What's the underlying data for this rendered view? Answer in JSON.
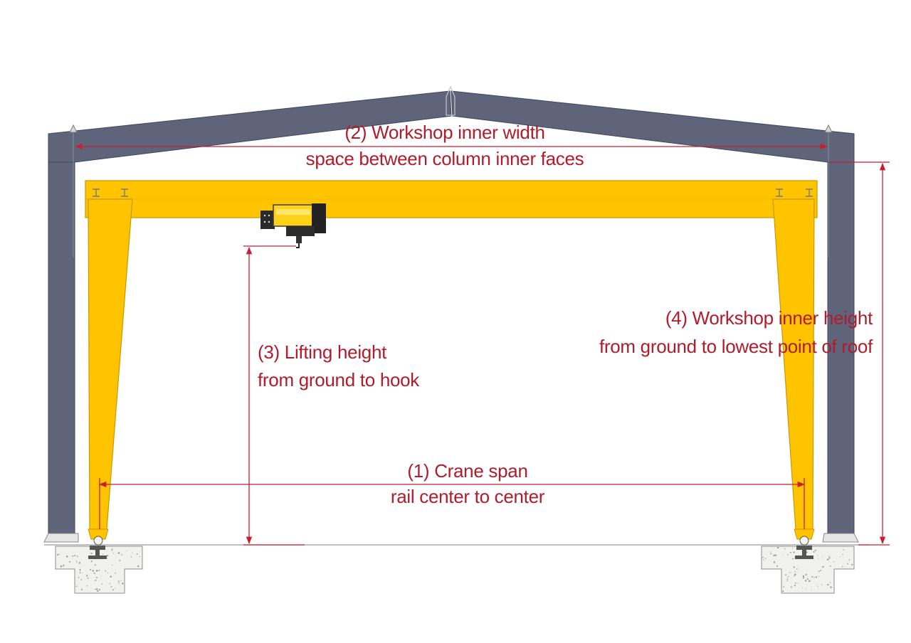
{
  "colors": {
    "steel": "#5e6479",
    "crane": "#ffc400",
    "crane_edge": "#c99800",
    "dimension": "#c81e34",
    "label": "#b01c2c",
    "concrete": "#f1f1ee"
  },
  "labels": {
    "workshop_width_title": "(2)  Workshop inner width",
    "workshop_width_desc": "space between column inner faces",
    "lifting_height_title": "(3) Lifting height",
    "lifting_height_desc": "from ground to hook",
    "workshop_height_title": "(4) Workshop inner height",
    "workshop_height_desc": "from ground to lowest point of roof",
    "crane_span_title": "(1) Crane span",
    "crane_span_desc": "rail center to center"
  },
  "components": {
    "building_frame": "steel portal frame",
    "crane": "single girder gantry crane",
    "hoist": "electric hoist",
    "foundations": "concrete footings"
  }
}
